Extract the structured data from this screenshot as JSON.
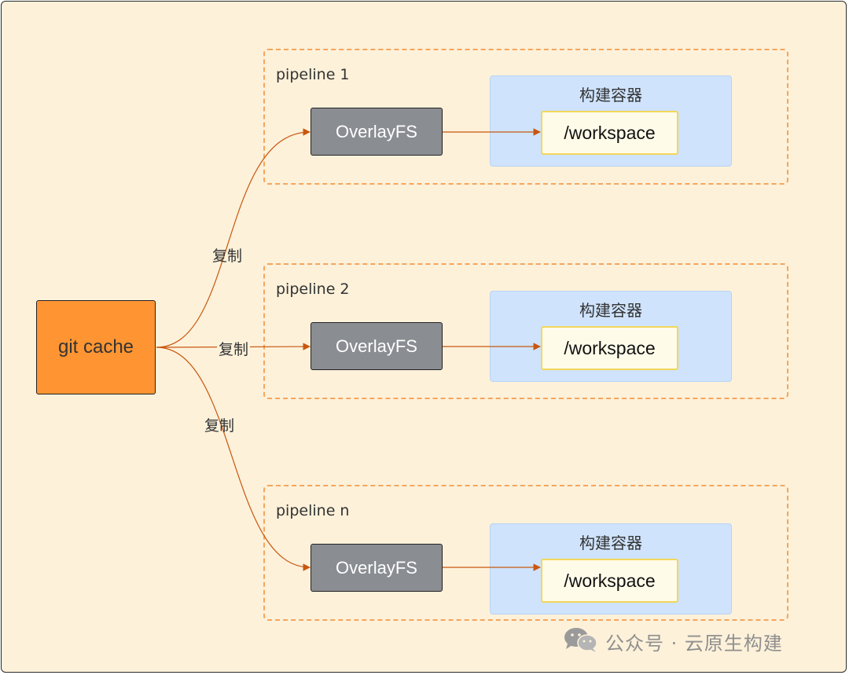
{
  "git_cache": {
    "label": "git cache"
  },
  "edges": {
    "copy_label": "复制"
  },
  "pipelines": [
    {
      "label": "pipeline 1",
      "overlay_label": "OverlayFS",
      "container_label": "构建容器",
      "workspace_label": "/workspace"
    },
    {
      "label": "pipeline 2",
      "overlay_label": "OverlayFS",
      "container_label": "构建容器",
      "workspace_label": "/workspace"
    },
    {
      "label": "pipeline n",
      "overlay_label": "OverlayFS",
      "container_label": "构建容器",
      "workspace_label": "/workspace"
    }
  ],
  "watermark": {
    "text": "公众号 · 云原生构建",
    "icon": "wechat-icon"
  },
  "colors": {
    "background": "#fdf1da",
    "git_cache_fill": "#ff9532",
    "overlay_fill": "#8a8d92",
    "container_fill": "#cfe3fc",
    "workspace_border": "#f2d75a",
    "pipeline_border": "#f5a55c",
    "edge": "#c8570e"
  }
}
